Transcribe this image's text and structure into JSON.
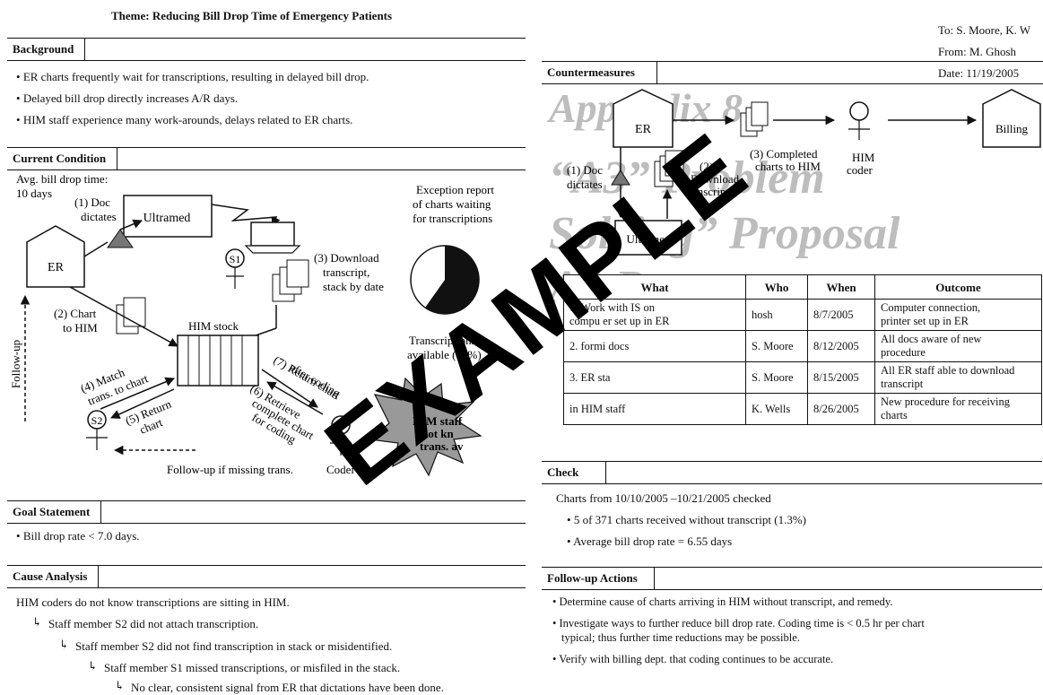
{
  "theme": "Theme: Reducing Bill Drop Time of Emergency Patients",
  "memo": {
    "to": "To: S. Moore, K. W",
    "from": "From: M. Ghosh",
    "date": "Date: 11/19/2005"
  },
  "background": {
    "heading": "Background",
    "bullets": [
      "ER charts frequently wait for transcriptions, resulting in delayed bill drop.",
      "Delayed bill drop directly increases A/R days.",
      "HIM staff experience many work-arounds, delays related to ER charts."
    ]
  },
  "current_condition": {
    "heading": "Current Condition",
    "avg_label": "Avg. bill drop time:",
    "avg_value": "10 days",
    "labels": {
      "doc_dictates_1": "(1) Doc",
      "doc_dictates_2": "dictates",
      "ultramed": "Ultramed",
      "er": "ER",
      "s1": "S1",
      "s2": "S2",
      "download_1": "(3) Download",
      "download_2": "transcript,",
      "download_3": "stack by date",
      "exception_1": "Exception report",
      "exception_2": "of charts waiting",
      "exception_3": "for transcriptions",
      "chart_him_1": "(2) Chart",
      "chart_him_2": "to HIM",
      "him_stock": "HIM stock",
      "transcriptions_1": "Transcriptions",
      "transcriptions_2": "available (41%)",
      "followup_vertical": "Follow-up",
      "match_1": "(4) Match",
      "match_2": "trans. to chart",
      "return_1": "(5) Return",
      "return_2": "chart",
      "return_after_1": "(7) Return chart",
      "return_after_2": "after coding",
      "retrieve_1": "(6) Retrieve",
      "retrieve_2": "complete chart",
      "retrieve_3": "for coding",
      "him_staff_1": "HIM staff",
      "him_staff_2": "not kn",
      "him_staff_3": "trans. av",
      "coder": "Coder",
      "followup_missing": "Follow-up if missing trans."
    }
  },
  "goal": {
    "heading": "Goal Statement",
    "bullet": "Bill drop rate < 7.0 days."
  },
  "cause": {
    "heading": "Cause Analysis",
    "lines": [
      "HIM coders do not know transcriptions are sitting in HIM.",
      "Staff member S2 did not attach transcription.",
      "Staff member S2 did not find transcription in stack or misidentified.",
      "Staff member S1 missed transcriptions, or misfiled in the stack.",
      "No clear, consistent signal from ER that dictations have been done."
    ]
  },
  "countermeasures": {
    "heading": "Countermeasures",
    "labels": {
      "er": "ER",
      "doc_1": "(1) Doc",
      "doc_2": "dictates",
      "download_1": "(2)",
      "download_2": "Download",
      "download_3": "transcripts",
      "completed_1": "(3) Completed",
      "completed_2": "charts to HIM",
      "him_coder_1": "HIM",
      "him_coder_2": "coder",
      "billing": "Billing",
      "ultramed": "Ultramed"
    },
    "table": {
      "headers": [
        "What",
        "Who",
        "When",
        "Outcome"
      ],
      "rows": [
        {
          "what_1": "1. Work with IS on",
          "what_2": "compu        er set up in ER",
          "who": "hosh",
          "when": "8/7/2005",
          "outcome_1": "Computer connection,",
          "outcome_2": "printer set up in ER"
        },
        {
          "what_1": "2.  formi      docs",
          "what_2": "",
          "who": "S. Moore",
          "when": "8/12/2005",
          "outcome_1": "All docs aware of new",
          "outcome_2": "procedure"
        },
        {
          "what_1": "3.     ER sta",
          "what_2": "",
          "who": "S. Moore",
          "when": "8/15/2005",
          "outcome_1": "All ER staff able to download",
          "outcome_2": "transcript"
        },
        {
          "what_1": "      in HIM staff",
          "what_2": "",
          "who": "K. Wells",
          "when": "8/26/2005",
          "outcome_1": "New procedure for receiving",
          "outcome_2": "charts"
        }
      ]
    }
  },
  "check": {
    "heading": "Check",
    "intro": "Charts from 10/10/2005 –10/21/2005 checked",
    "bullets": [
      "5 of 371 charts received without transcript (1.3%)",
      "Average bill drop rate = 6.55 days"
    ]
  },
  "followup": {
    "heading": "Follow-up Actions",
    "bullets": [
      "Determine cause of charts arriving in HIM without transcript, and remedy.",
      "Investigate ways to further reduce bill drop rate. Coding time is < 0.5 hr per chart",
      "typical; thus further time reductions may be possible.",
      "Verify with billing dept. that coding continues to be accurate."
    ]
  },
  "background_page": {
    "watermark_1": "Appendix 8",
    "watermark_2": "“A3” Problem",
    "watermark_3": "Solving” Proposal",
    "watermark_4": "A3 Report"
  },
  "stamp": "EXAMPLE"
}
